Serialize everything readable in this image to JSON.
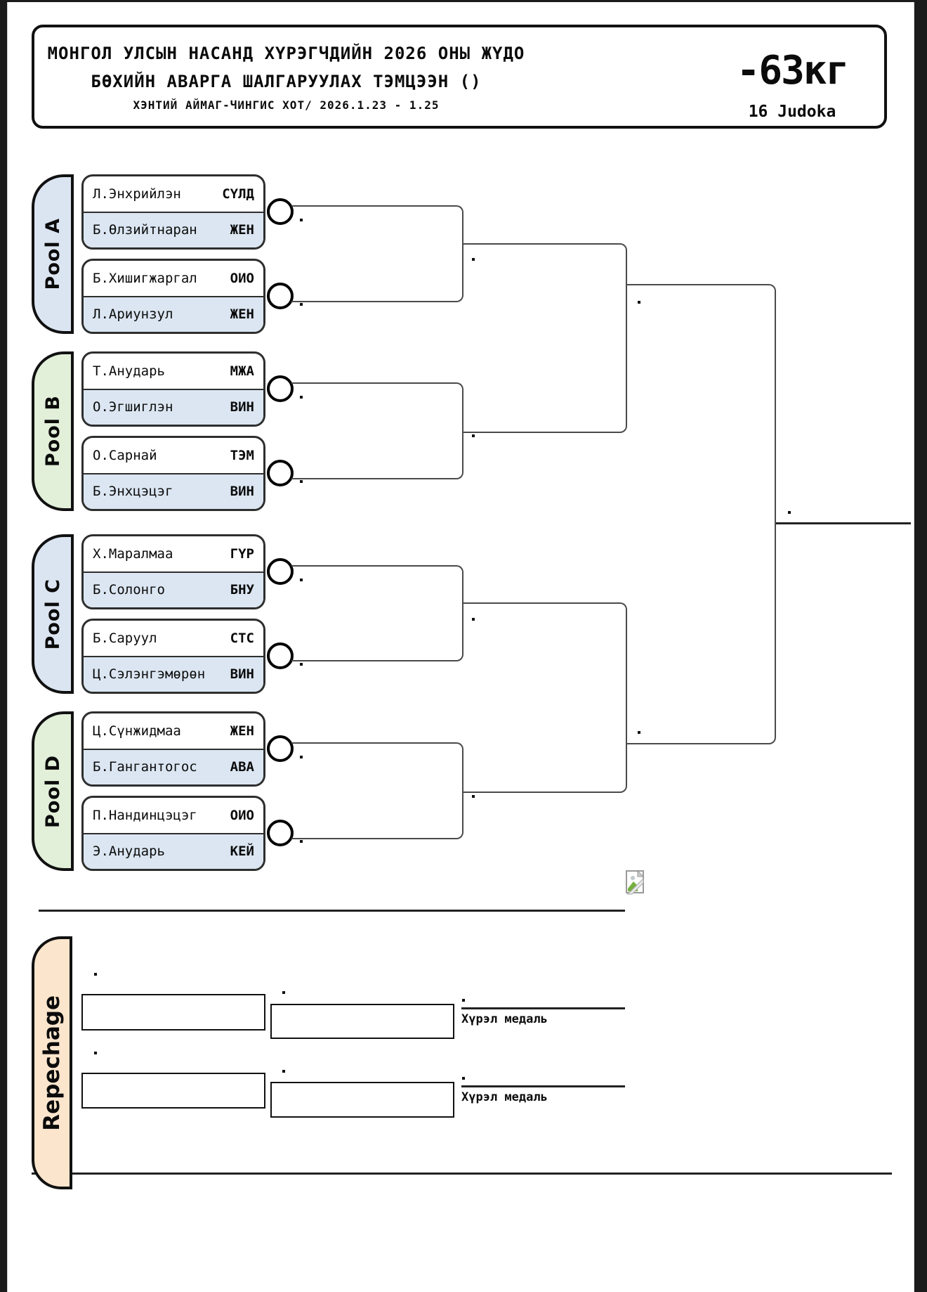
{
  "header": {
    "title_line1": "МОНГОЛ УЛСЫН НАСАНД ХҮРЭГЧДИЙН 2026 ОНЫ ЖҮДО",
    "title_line2": "БӨХИЙН АВАРГА ШАЛГАРУУЛАХ ТЭМЦЭЭН ()",
    "subtitle": "ХЭНТИЙ АЙМАГ-ЧИНГИС ХОТ/ 2026.1.23 - 1.25",
    "weight_class": "-63кг",
    "entry_count": "16 Judoka"
  },
  "pools": [
    {
      "label": "Pool A",
      "color": "#dbe5f1",
      "matches": [
        {
          "top": {
            "name": "Л.Энхрийлэн",
            "club": "СҮЛД"
          },
          "bottom": {
            "name": "Б.Өлзийтнаран",
            "club": "ЖЕН"
          }
        },
        {
          "top": {
            "name": "Б.Хишигжаргал",
            "club": "ОИО"
          },
          "bottom": {
            "name": "Л.Ариунзул",
            "club": "ЖЕН"
          }
        }
      ]
    },
    {
      "label": "Pool B",
      "color": "#e2efd9",
      "matches": [
        {
          "top": {
            "name": "Т.Анударь",
            "club": "МЖА"
          },
          "bottom": {
            "name": "О.Эгшиглэн",
            "club": "ВИН"
          }
        },
        {
          "top": {
            "name": "О.Сарнай",
            "club": "ТЭМ"
          },
          "bottom": {
            "name": "Б.Энхцэцэг",
            "club": "ВИН"
          }
        }
      ]
    },
    {
      "label": "Pool C",
      "color": "#dbe5f1",
      "matches": [
        {
          "top": {
            "name": "Х.Маралмаа",
            "club": "ГҮР"
          },
          "bottom": {
            "name": "Б.Солонго",
            "club": "БНУ"
          }
        },
        {
          "top": {
            "name": "Б.Саруул",
            "club": "СТС"
          },
          "bottom": {
            "name": "Ц.Сэлэнгэмөрөн",
            "club": "ВИН"
          }
        }
      ]
    },
    {
      "label": "Pool D",
      "color": "#e2efd9",
      "matches": [
        {
          "top": {
            "name": "Ц.Сүнжидмаа",
            "club": "ЖЕН"
          },
          "bottom": {
            "name": "Б.Гангантогос",
            "club": "АВА"
          }
        },
        {
          "top": {
            "name": "П.Нандинцэцэг",
            "club": "ОИО"
          },
          "bottom": {
            "name": "Э.Анударь",
            "club": "КЕЙ"
          }
        }
      ]
    }
  ],
  "repechage": {
    "label": "Repechage",
    "color": "#fbe5cc",
    "bronze_label": "Хүрэл медаль"
  },
  "colors": {
    "pool_blue": "#dbe5f1",
    "pool_green": "#e2efd9",
    "row_alt_blue": "#dbe6f2",
    "repechage_tan": "#fbe5cc",
    "bracket_line": "#4a4a4a",
    "border_black": "#111111"
  }
}
